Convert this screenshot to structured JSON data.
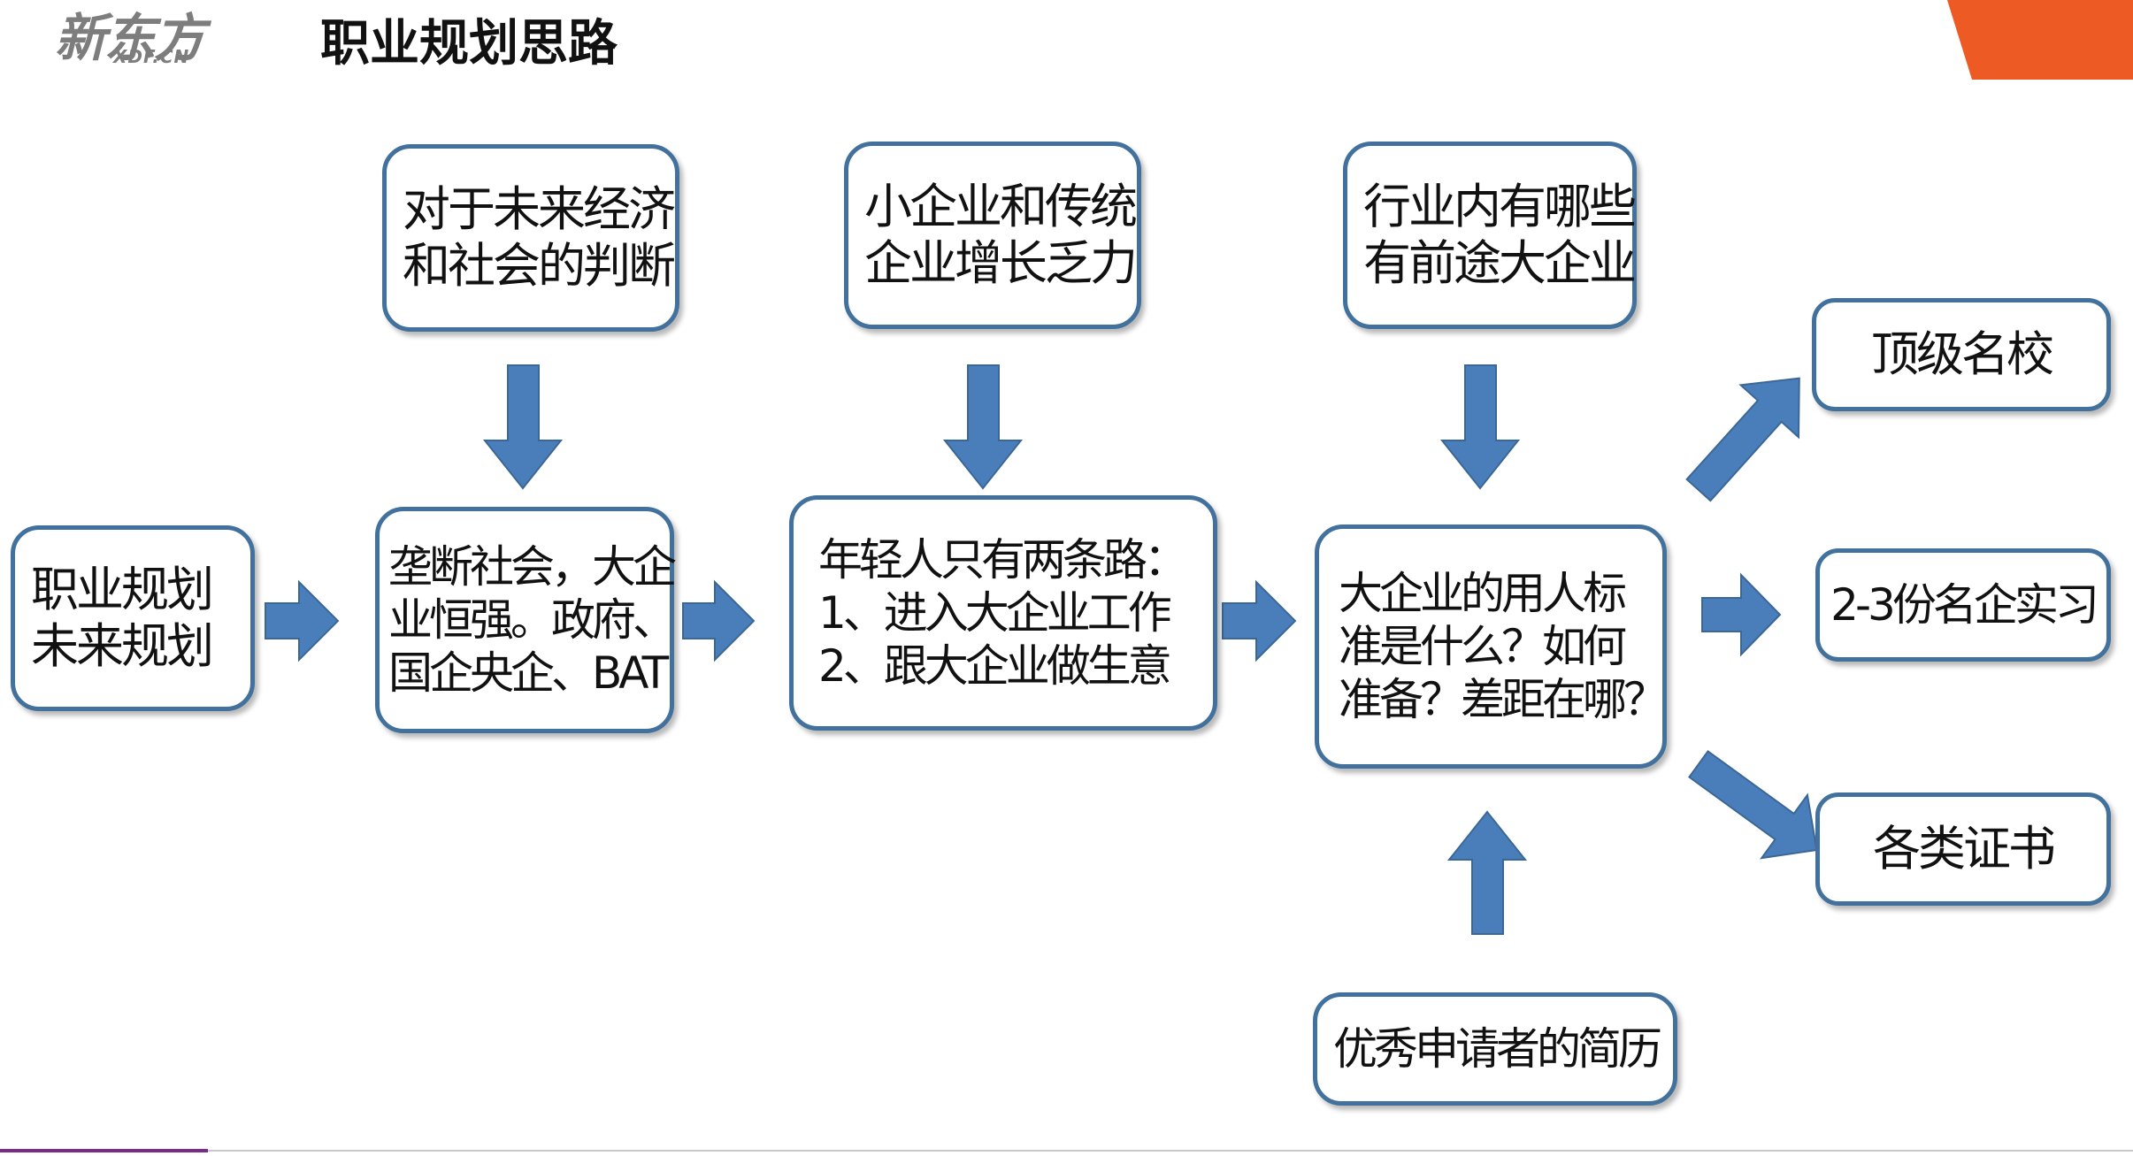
{
  "header": {
    "logo_main": "新东方",
    "logo_sub": "XDF.CN",
    "title": "职业规划思路"
  },
  "colors": {
    "box_border": "#41719c",
    "arrow_fill": "#4a7ebb",
    "accent_orange": "#ee5a24",
    "accent_purple": "#7a2a8a"
  },
  "diagram": {
    "nodes": {
      "start": {
        "lines": [
          "职业规划",
          "未来规划"
        ]
      },
      "judgement": {
        "lines": [
          "对于未来经济",
          "和社会的判断"
        ]
      },
      "monopoly": {
        "lines": [
          "垄断社会，大企",
          "业恒强。政府、",
          "国企央企、BAT"
        ]
      },
      "small_biz": {
        "lines": [
          "小企业和传统",
          "企业增长乏力"
        ]
      },
      "two_paths": {
        "lines": [
          "年轻人只有两条路：",
          "1、进入大企业工作",
          "2、跟大企业做生意"
        ]
      },
      "industry": {
        "lines": [
          "行业内有哪些",
          "有前途大企业"
        ]
      },
      "standards": {
        "lines": [
          "大企业的用人标",
          "准是什么？如何",
          "准备？差距在哪？"
        ]
      },
      "resume": {
        "lines": [
          "优秀申请者的简历"
        ]
      },
      "top_school": {
        "lines": [
          "顶级名校"
        ]
      },
      "internship": {
        "lines": [
          "2-3份名企实习"
        ]
      },
      "certificates": {
        "lines": [
          "各类证书"
        ]
      }
    }
  }
}
